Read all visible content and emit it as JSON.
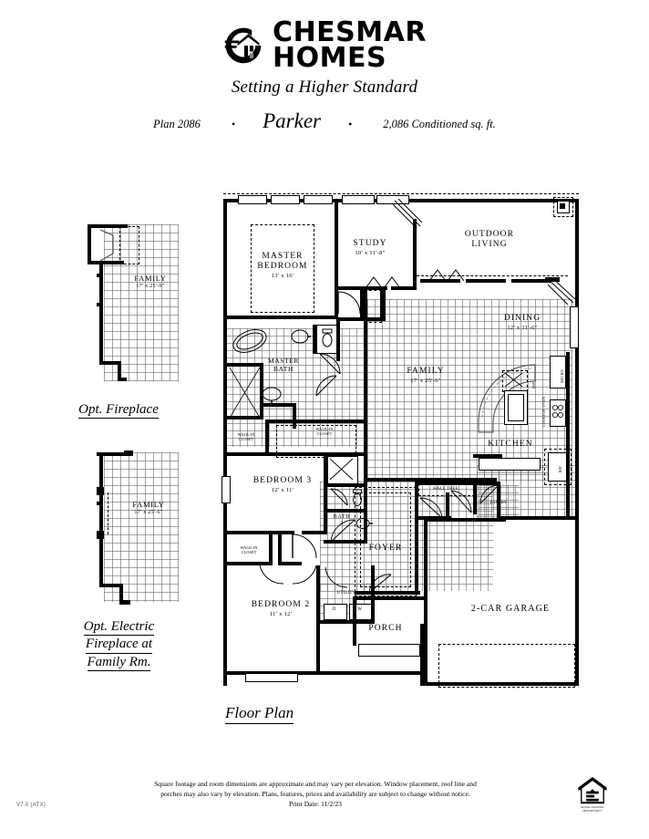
{
  "header": {
    "brand_line1": "CHESMAR",
    "brand_line2": "HOMES",
    "logo_icon": "chesmar-house-logo",
    "tagline": "Setting a Higher Standard",
    "plan_number": "Plan 2086",
    "plan_name": "Parker",
    "sqft": "2,086 Conditioned sq. ft.",
    "separator": "•"
  },
  "options": [
    {
      "id": "opt-fireplace",
      "caption_lines": [
        "Opt. Fireplace"
      ],
      "room_name": "FAMILY",
      "room_dim": "17' x 25'-6\""
    },
    {
      "id": "opt-electric-fireplace",
      "caption_lines": [
        "Opt. Electric",
        "Fireplace at",
        "Family Rm."
      ],
      "room_name": "FAMILY",
      "room_dim": "17' x 25'-6\""
    }
  ],
  "floor_plan": {
    "caption": "Floor Plan",
    "rooms": [
      {
        "id": "master-bedroom",
        "name": "MASTER BEDROOM",
        "name_lines": [
          "MASTER",
          "BEDROOM"
        ],
        "dim": "13' x 16'"
      },
      {
        "id": "study",
        "name": "STUDY",
        "name_lines": [
          "STUDY"
        ],
        "dim": "10' x 11'-8\""
      },
      {
        "id": "outdoor-living",
        "name": "OUTDOOR LIVING",
        "name_lines": [
          "OUTDOOR",
          "LIVING"
        ],
        "dim": ""
      },
      {
        "id": "dining",
        "name": "DINING",
        "name_lines": [
          "DINING"
        ],
        "dim": "12' x 11'-6\""
      },
      {
        "id": "family",
        "name": "FAMILY",
        "name_lines": [
          "FAMILY"
        ],
        "dim": "17' x 25'-6\""
      },
      {
        "id": "kitchen",
        "name": "KITCHEN",
        "name_lines": [
          "KITCHEN"
        ],
        "dim": ""
      },
      {
        "id": "master-bath",
        "name": "MASTER BATH",
        "name_lines": [
          "MASTER",
          "BATH"
        ],
        "dim": ""
      },
      {
        "id": "master-walk-in-closet",
        "name": "WALK-IN CLOSET",
        "name_lines": [
          "WALK-IN",
          "CLOSET"
        ],
        "dim": ""
      },
      {
        "id": "linen-walk-in-closet",
        "name": "WALK-IN CLOSET",
        "name_lines": [
          "WALK-IN",
          "CLOSET"
        ],
        "dim": ""
      },
      {
        "id": "bedroom-3",
        "name": "BEDROOM 3",
        "name_lines": [
          "BEDROOM 3"
        ],
        "dim": "12' x 11'"
      },
      {
        "id": "bedroom-3-closet",
        "name": "WALK-IN CLOSET",
        "name_lines": [
          "WALK-IN",
          "CLOSET"
        ],
        "dim": ""
      },
      {
        "id": "bath-2",
        "name": "BATH 2",
        "name_lines": [
          "BATH",
          "2"
        ],
        "dim": ""
      },
      {
        "id": "bedroom-2",
        "name": "BEDROOM 2",
        "name_lines": [
          "BEDROOM 2"
        ],
        "dim": "11' x 12'"
      },
      {
        "id": "utility",
        "name": "UTILITY",
        "name_lines": [
          "UTILITY"
        ],
        "dim": ""
      },
      {
        "id": "foyer",
        "name": "FOYER",
        "name_lines": [
          "FOYER"
        ],
        "dim": ""
      },
      {
        "id": "porch",
        "name": "PORCH",
        "name_lines": [
          "PORCH"
        ],
        "dim": ""
      },
      {
        "id": "hall-tree",
        "name": "HALL TREE",
        "name_lines": [
          "HALL TREE"
        ],
        "dim": ""
      },
      {
        "id": "pantry",
        "name": "PANTRY",
        "name_lines": [
          "PANTRY"
        ],
        "dim": ""
      },
      {
        "id": "garage",
        "name": "2-CAR GARAGE",
        "name_lines": [
          "2-CAR GARAGE"
        ],
        "dim": ""
      }
    ],
    "appliances": [
      {
        "id": "dryer",
        "label": "D"
      },
      {
        "id": "washer",
        "label": "W"
      },
      {
        "id": "microwave",
        "label": "MICRO"
      },
      {
        "id": "cooktop-oven",
        "label": "COOKTOP/ OVEN"
      },
      {
        "id": "refrigerator",
        "label": "REF"
      },
      {
        "id": "dishwasher",
        "label": "DW"
      }
    ]
  },
  "footer": {
    "disclaimer_line1": "Square footage and room dimensions are approximate and may vary per elevation. Window placement, roof line and",
    "disclaimer_line2": "porches may also vary by elevation. Plans, features, prices and availability are subject to change without notice.",
    "print_date": "Print Date: 11/2/23",
    "version": "V7.0  (ATX)",
    "eho_icon": "equal-housing-opportunity-icon",
    "eho_text_line1": "EQUAL HOUSING",
    "eho_text_line2": "OPPORTUNITY"
  }
}
